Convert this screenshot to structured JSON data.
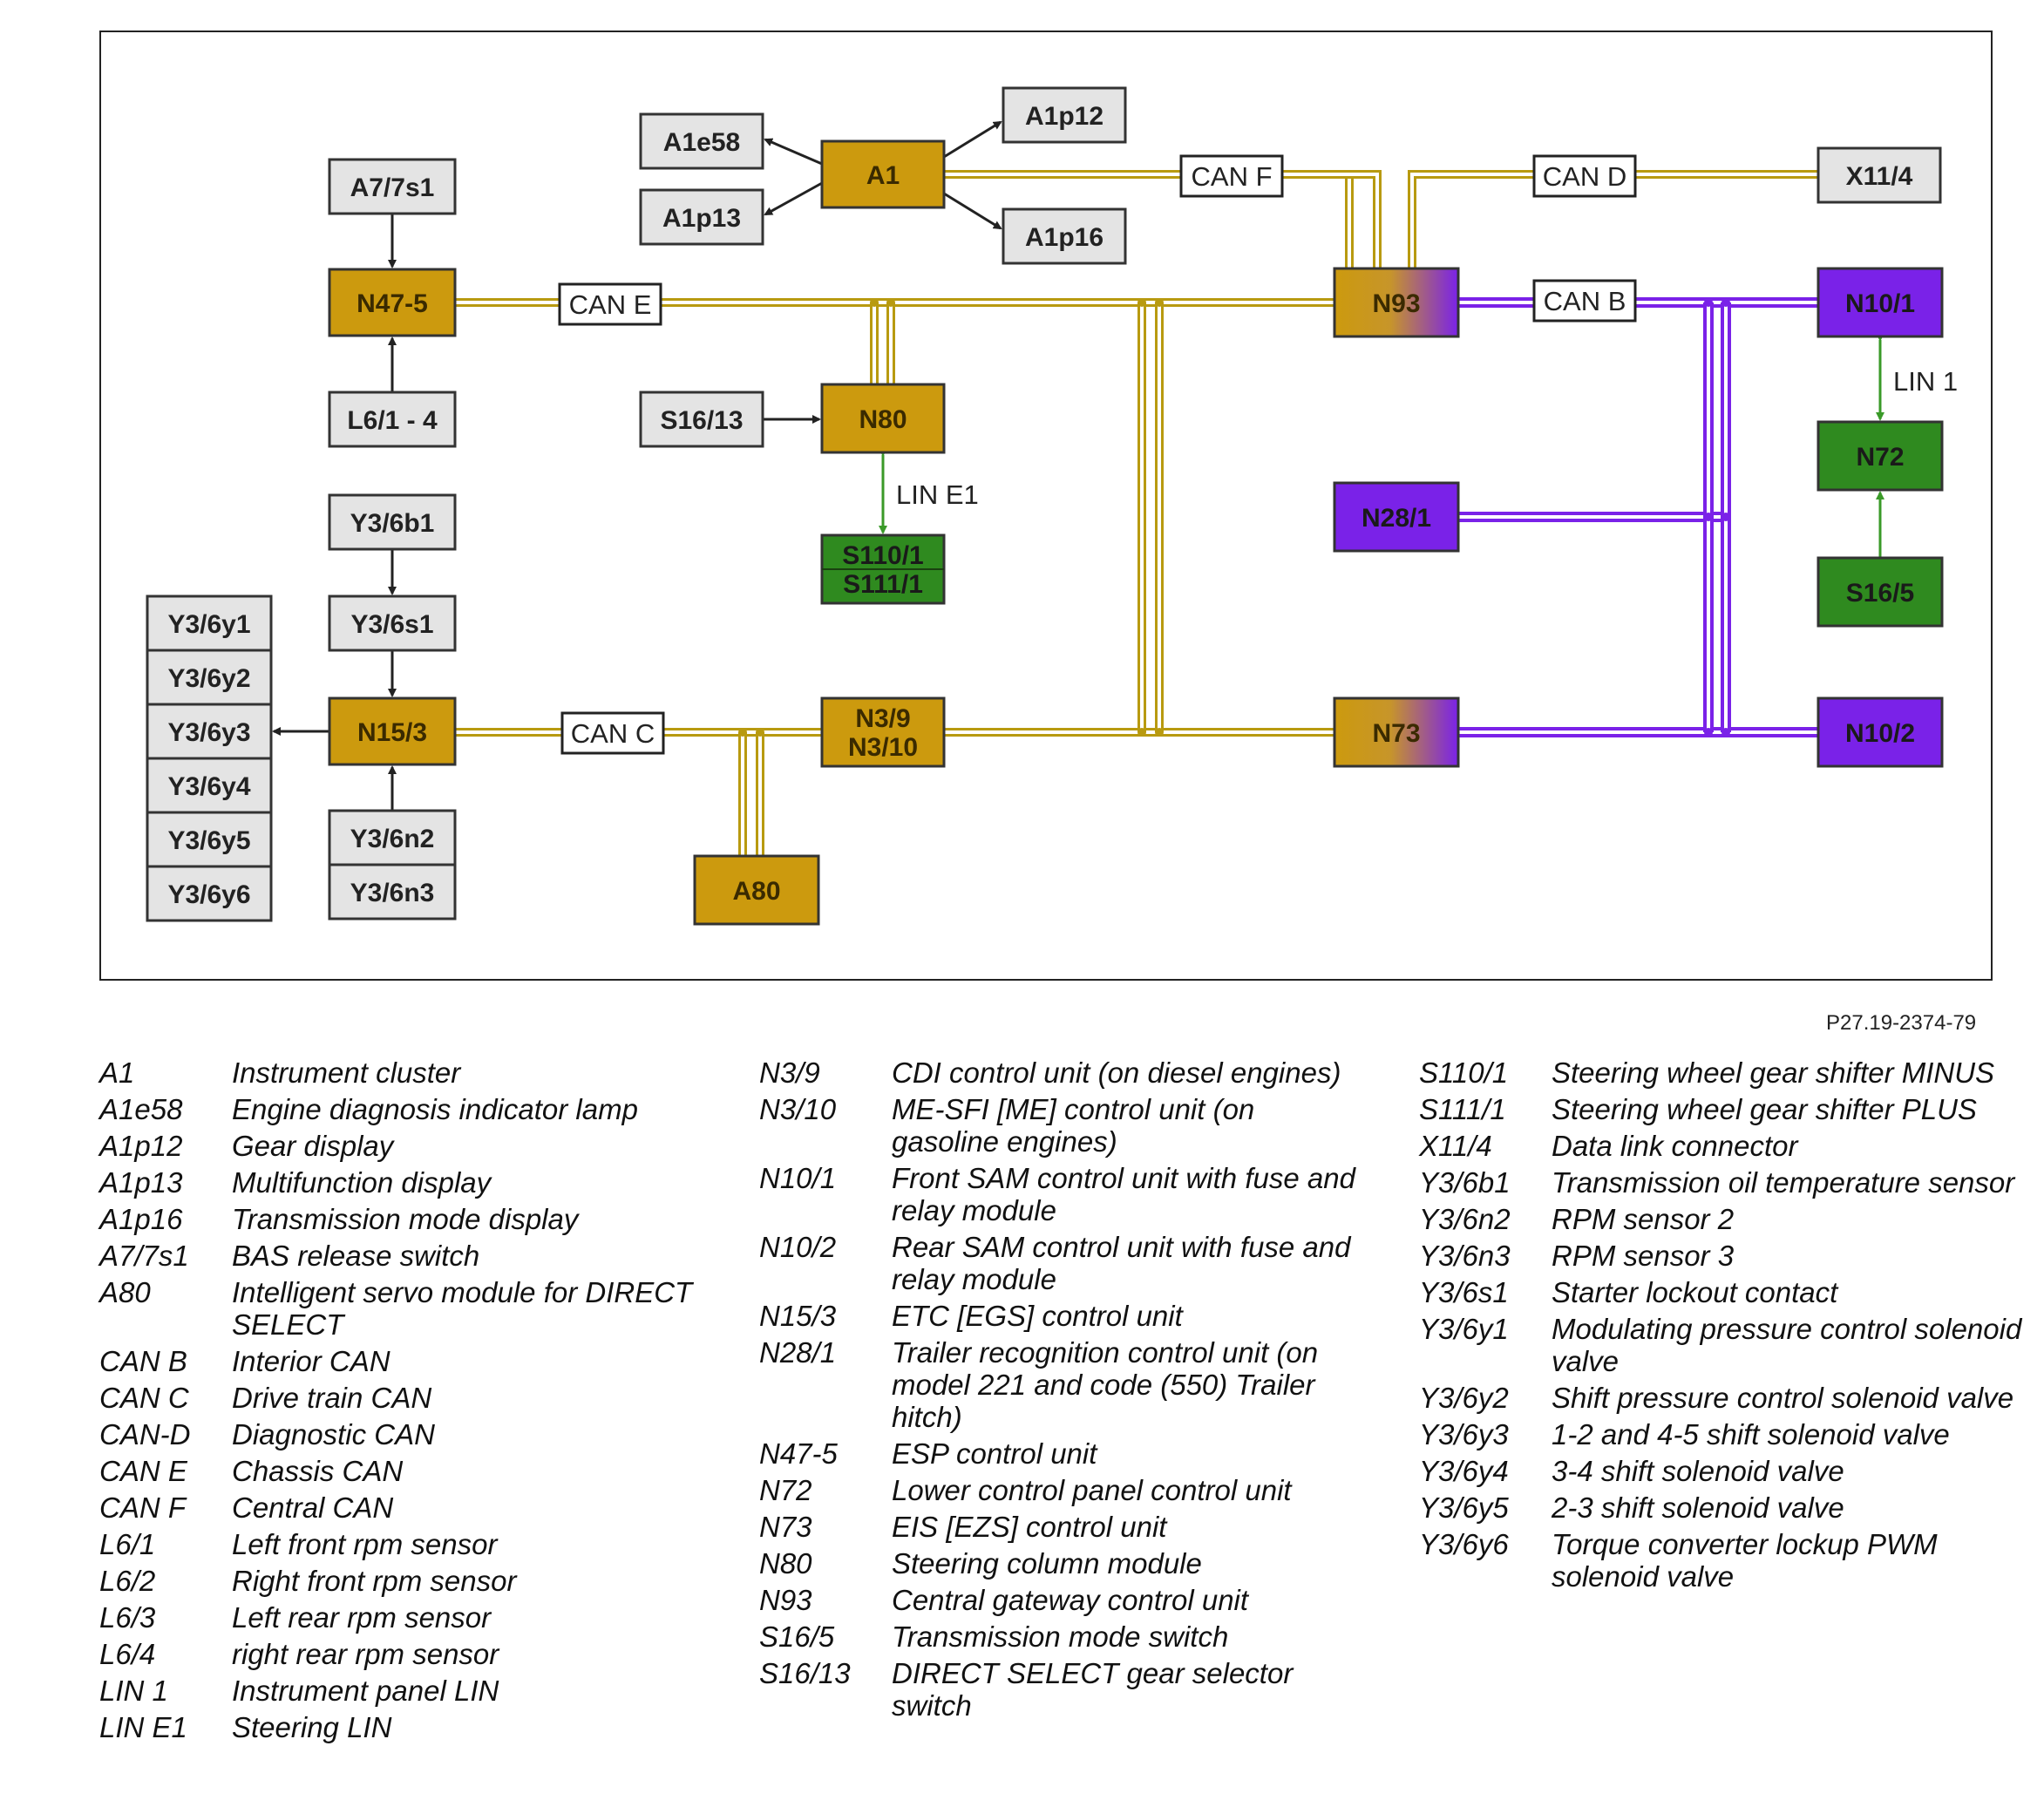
{
  "diagram": {
    "nodes": [
      {
        "id": "A1e58",
        "label": "A1e58",
        "kind": "gray"
      },
      {
        "id": "A1",
        "label": "A1",
        "kind": "gold"
      },
      {
        "id": "A1p12",
        "label": "A1p12",
        "kind": "gray"
      },
      {
        "id": "A1p13",
        "label": "A1p13",
        "kind": "gray"
      },
      {
        "id": "A1p16",
        "label": "A1p16",
        "kind": "gray"
      },
      {
        "id": "X11_4",
        "label": "X11/4",
        "kind": "gray"
      },
      {
        "id": "A7_7s1",
        "label": "A7/7s1",
        "kind": "gray"
      },
      {
        "id": "N47_5",
        "label": "N47-5",
        "kind": "gold"
      },
      {
        "id": "L6_1_4",
        "label": "L6/1 - 4",
        "kind": "gray"
      },
      {
        "id": "N93",
        "label": "N93",
        "kind": "gold-violet"
      },
      {
        "id": "N10_1",
        "label": "N10/1",
        "kind": "violet"
      },
      {
        "id": "S16_13",
        "label": "S16/13",
        "kind": "gray"
      },
      {
        "id": "N80",
        "label": "N80",
        "kind": "gold"
      },
      {
        "id": "S110_S111",
        "label": "S110/1",
        "label2": "S111/1",
        "kind": "green"
      },
      {
        "id": "N72",
        "label": "N72",
        "kind": "green"
      },
      {
        "id": "N28_1",
        "label": "N28/1",
        "kind": "violet"
      },
      {
        "id": "S16_5",
        "label": "S16/5",
        "kind": "green"
      },
      {
        "id": "Y3_6b1",
        "label": "Y3/6b1",
        "kind": "gray"
      },
      {
        "id": "Y3_6s1",
        "label": "Y3/6s1",
        "kind": "gray"
      },
      {
        "id": "Y3_6y1",
        "label": "Y3/6y1",
        "kind": "gray"
      },
      {
        "id": "Y3_6y2",
        "label": "Y3/6y2",
        "kind": "gray"
      },
      {
        "id": "Y3_6y3",
        "label": "Y3/6y3",
        "kind": "gray"
      },
      {
        "id": "Y3_6y4",
        "label": "Y3/6y4",
        "kind": "gray"
      },
      {
        "id": "Y3_6y5",
        "label": "Y3/6y5",
        "kind": "gray"
      },
      {
        "id": "Y3_6y6",
        "label": "Y3/6y6",
        "kind": "gray"
      },
      {
        "id": "N15_3",
        "label": "N15/3",
        "kind": "gold"
      },
      {
        "id": "N3_9",
        "label": "N3/9",
        "label2": "N3/10",
        "kind": "gold"
      },
      {
        "id": "N73",
        "label": "N73",
        "kind": "gold-violet"
      },
      {
        "id": "N10_2",
        "label": "N10/2",
        "kind": "violet"
      },
      {
        "id": "Y3_6n2",
        "label": "Y3/6n2",
        "kind": "gray"
      },
      {
        "id": "Y3_6n3",
        "label": "Y3/6n3",
        "kind": "gray"
      },
      {
        "id": "A80",
        "label": "A80",
        "kind": "gold"
      }
    ],
    "bus_labels": {
      "can_f": "CAN F",
      "can_d": "CAN D",
      "can_e": "CAN E",
      "can_b": "CAN B",
      "can_c": "CAN C"
    },
    "lin_labels": {
      "lin_e1": "LIN E1",
      "lin_1": "LIN 1"
    },
    "colors": {
      "gold": "#cc9a0e",
      "violet": "#7a22e8",
      "green": "#2f8a1f",
      "gray": "#e4e4e4",
      "can_line": "#b89a10",
      "bus_violet": "#7a22e8",
      "lin_arrow": "#3a9a28"
    }
  },
  "figure_code": "P27.19-2374-79",
  "legend": {
    "col1": [
      {
        "code": "A1",
        "desc": "Instrument cluster"
      },
      {
        "code": "A1e58",
        "desc": "Engine diagnosis indicator lamp"
      },
      {
        "code": "A1p12",
        "desc": "Gear display"
      },
      {
        "code": "A1p13",
        "desc": "Multifunction display"
      },
      {
        "code": "A1p16",
        "desc": "Transmission mode display"
      },
      {
        "code": "A7/7s1",
        "desc": "BAS release switch"
      },
      {
        "code": "A80",
        "desc": "Intelligent servo module for DIRECT SELECT"
      },
      {
        "code": "CAN B",
        "desc": "Interior CAN"
      },
      {
        "code": "CAN C",
        "desc": "Drive train CAN"
      },
      {
        "code": "CAN-D",
        "desc": "Diagnostic CAN"
      },
      {
        "code": "CAN E",
        "desc": "Chassis CAN"
      },
      {
        "code": "CAN F",
        "desc": "Central CAN"
      },
      {
        "code": "L6/1",
        "desc": "Left front rpm sensor"
      },
      {
        "code": "L6/2",
        "desc": "Right front rpm sensor"
      },
      {
        "code": "L6/3",
        "desc": "Left rear rpm sensor"
      },
      {
        "code": "L6/4",
        "desc": "right rear rpm sensor"
      },
      {
        "code": "LIN 1",
        "desc": "Instrument panel LIN"
      },
      {
        "code": "LIN E1",
        "desc": "Steering LIN"
      }
    ],
    "col2": [
      {
        "code": "N3/9",
        "desc": "CDI control unit (on diesel engines)"
      },
      {
        "code": "N3/10",
        "desc": "ME-SFI [ME] control unit (on gasoline engines)"
      },
      {
        "code": "N10/1",
        "desc": "Front SAM control unit with fuse and relay module"
      },
      {
        "code": "N10/2",
        "desc": "Rear SAM control unit with fuse and relay module"
      },
      {
        "code": "N15/3",
        "desc": "ETC [EGS] control unit"
      },
      {
        "code": "N28/1",
        "desc": "Trailer recognition control unit (on model 221 and code (550) Trailer hitch)"
      },
      {
        "code": "N47-5",
        "desc": "ESP control unit"
      },
      {
        "code": "N72",
        "desc": "Lower control panel control unit"
      },
      {
        "code": "N73",
        "desc": "EIS [EZS] control unit"
      },
      {
        "code": "N80",
        "desc": "Steering column module"
      },
      {
        "code": "N93",
        "desc": "Central gateway control unit"
      },
      {
        "code": "S16/5",
        "desc": "Transmission mode switch"
      },
      {
        "code": "S16/13",
        "desc": "DIRECT SELECT gear selector switch"
      }
    ],
    "col3": [
      {
        "code": "S110/1",
        "desc": "Steering wheel gear shifter MINUS"
      },
      {
        "code": "S111/1",
        "desc": "Steering wheel gear shifter PLUS"
      },
      {
        "code": "X11/4",
        "desc": "Data link connector"
      },
      {
        "code": "Y3/6b1",
        "desc": "Transmission oil temperature sensor"
      },
      {
        "code": "Y3/6n2",
        "desc": "RPM sensor 2"
      },
      {
        "code": "Y3/6n3",
        "desc": "RPM sensor 3"
      },
      {
        "code": "Y3/6s1",
        "desc": "Starter lockout contact"
      },
      {
        "code": "Y3/6y1",
        "desc": "Modulating pressure control solenoid valve"
      },
      {
        "code": "Y3/6y2",
        "desc": "Shift pressure control solenoid valve"
      },
      {
        "code": "Y3/6y3",
        "desc": "1-2 and 4-5 shift solenoid valve"
      },
      {
        "code": "Y3/6y4",
        "desc": "3-4 shift solenoid valve"
      },
      {
        "code": "Y3/6y5",
        "desc": "2-3 shift solenoid valve"
      },
      {
        "code": "Y3/6y6",
        "desc": "Torque converter lockup PWM solenoid valve"
      }
    ]
  }
}
